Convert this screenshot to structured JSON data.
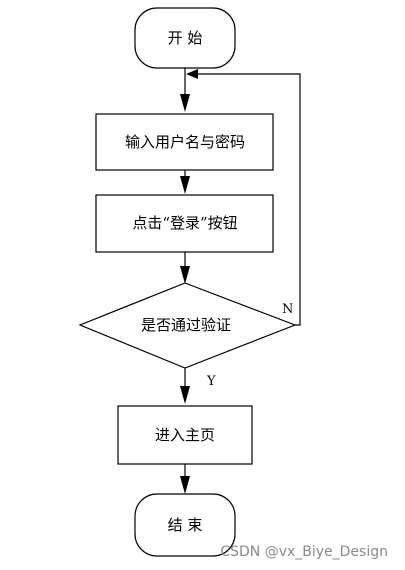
{
  "flowchart": {
    "nodes": {
      "start": "开 始",
      "input": "输入用户名与密码",
      "click": "点击“登录”按钮",
      "decision": "是否通过验证",
      "home": "进入主页",
      "end": "结 束"
    },
    "edges": {
      "no": "N",
      "yes": "Y"
    }
  },
  "watermark": "CSDN @vx_Biye_Design"
}
